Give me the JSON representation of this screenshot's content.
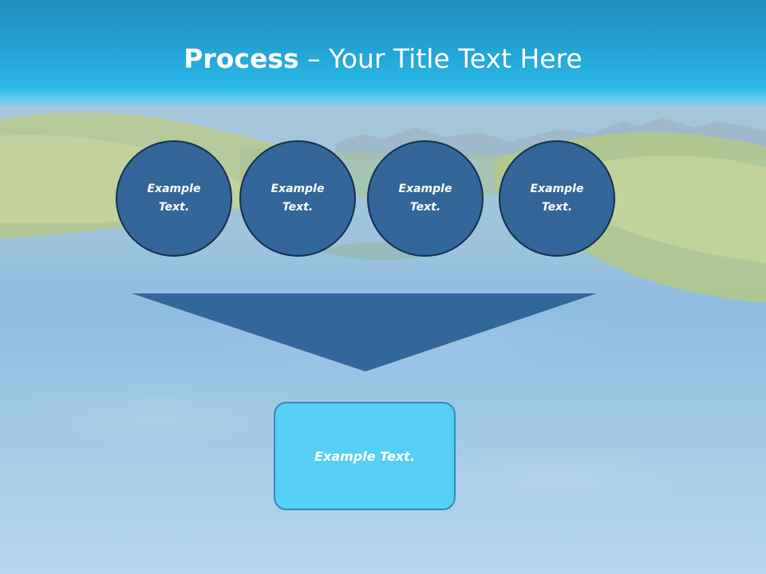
{
  "slide": {
    "title_strong": "Process",
    "title_rest": " – Your Title Text Here"
  },
  "process_steps": [
    {
      "text": "Example Text."
    },
    {
      "text": "Example Text."
    },
    {
      "text": "Example Text."
    },
    {
      "text": "Example Text."
    }
  ],
  "result": {
    "text": "Example Text."
  },
  "colors": {
    "title_bar": "#23a3d4",
    "circle_fill": "#336699",
    "circle_border": "#14304f",
    "funnel_fill": "#336699",
    "result_fill": "#56cff4",
    "result_border": "#2d8db8",
    "text": "#ffffff"
  }
}
